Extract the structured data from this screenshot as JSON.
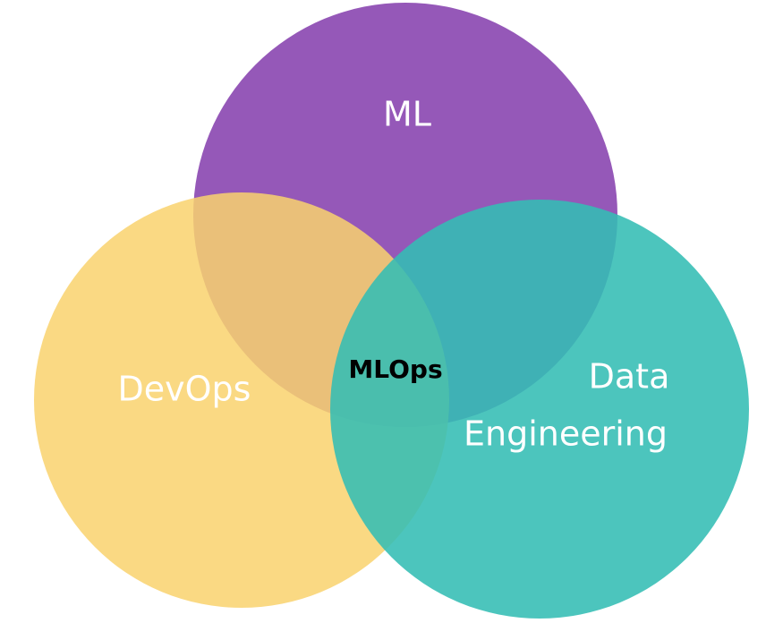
{
  "diagram": {
    "type": "venn",
    "colors": {
      "ml": "#9558b8",
      "devops": "#f9d26d",
      "data_engineering": "#33bdb4",
      "center_text": "#000000",
      "label_text": "#ffffff"
    },
    "sets": {
      "ml": {
        "label": "ML"
      },
      "devops": {
        "label": "DevOps"
      },
      "data_engineering": {
        "label_line1": "Data",
        "label_line2": "Engineering"
      }
    },
    "intersection": {
      "label": "MLOps"
    }
  }
}
